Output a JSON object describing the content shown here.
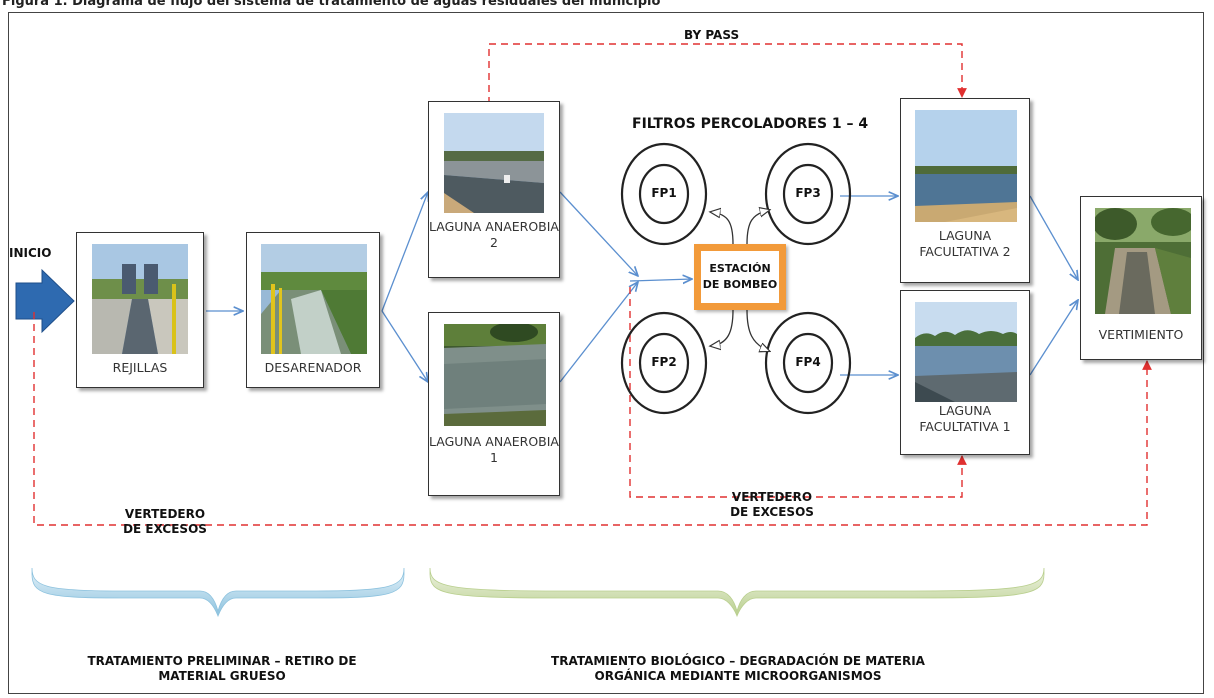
{
  "header_caption": "Figura 1. Diagrama de flujo del sistema de tratamiento de aguas residuales del municipio",
  "start_label": "INICIO",
  "units": [
    {
      "id": "rejillas",
      "label": "REJILLAS"
    },
    {
      "id": "desarenador",
      "label": "DESARENADOR"
    },
    {
      "id": "anaerobia2",
      "label": "LAGUNA ANAEROBIA 2"
    },
    {
      "id": "anaerobia1",
      "label": "LAGUNA ANAEROBIA 1"
    },
    {
      "id": "facultativa2",
      "label": "LAGUNA FACULTATIVA 2"
    },
    {
      "id": "facultativa1",
      "label": "LAGUNA FACULTATIVA 1"
    },
    {
      "id": "vertimiento",
      "label": "VERTIMIENTO"
    }
  ],
  "filters_title": "FILTROS PERCOLADORES 1 – 4",
  "filters": [
    "FP1",
    "FP2",
    "FP3",
    "FP4"
  ],
  "pump_station": "ESTACIÓN DE BOMBEO",
  "bypass_label": "BY PASS",
  "overflow_label_1": "VERTEDERO DE EXCESOS",
  "overflow_label_2": "VERTEDERO DE EXCESOS",
  "phase_1": "TRATAMIENTO PRELIMINAR – RETIRO DE MATERIAL GRUESO",
  "phase_2": "TRATAMIENTO BIOLÓGICO – DEGRADACIÓN DE MATERIA ORGÁNICA MEDIANTE MICROORGANISMOS",
  "colors": {
    "flow": "#5b8fcf",
    "bypass": "#e03030",
    "pump": "#f29a3a",
    "arrow_fill": "#2e6ab0",
    "brace_1": "#a6d1e6",
    "brace_2": "#c8d9a6"
  }
}
